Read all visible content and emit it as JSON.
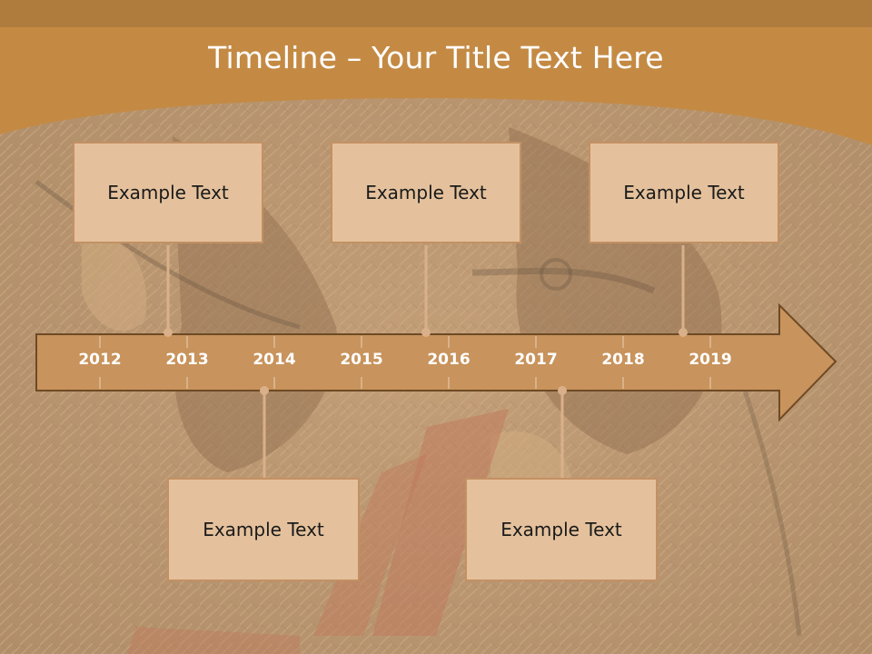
{
  "slide": {
    "title": "Timeline – Your Title Text Here"
  },
  "timeline": {
    "years": [
      "2012",
      "2013",
      "2014",
      "2015",
      "2016",
      "2017",
      "2018",
      "2019"
    ],
    "boxes_top": [
      {
        "text": "Example Text"
      },
      {
        "text": "Example Text"
      },
      {
        "text": "Example Text"
      }
    ],
    "boxes_bottom": [
      {
        "text": "Example Text"
      },
      {
        "text": "Example Text"
      }
    ]
  },
  "colors": {
    "header": "#c48a44",
    "arrow_fill": "#c8935c",
    "arrow_stroke": "#6e4a25",
    "box_fill": "#e4c19c",
    "box_border": "#c39063",
    "connector": "#d9b08a"
  }
}
